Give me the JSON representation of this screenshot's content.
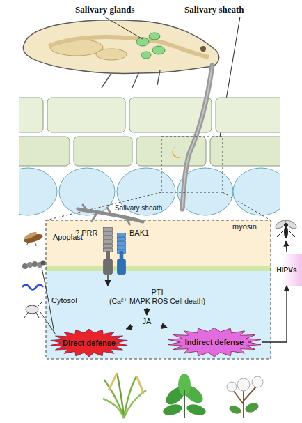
{
  "diagram": {
    "nodes": [
      {
        "text": [
          "Apoplast"
        ]
      },
      {
        "text": [
          "? PRR"
        ],
        "in": 0
      },
      {
        "text": [
          "BAK1"
        ],
        "in": 0
      },
      {
        "text": [
          "Cytosol"
        ]
      },
      {
        "text": [
          "PTI",
          "(Ca²⁺ MAPK ROS Cell death)"
        ],
        "in": 3
      },
      {
        "text": [
          "JA"
        ],
        "in": 3
      },
      {
        "text": [
          "Direct defense"
        ],
        "in": 3
      },
      {
        "text": [
          "Indirect defense"
        ],
        "in": 3
      },
      {
        "text": [
          "HIPVs"
        ]
      }
    ],
    "edges": [
      {
        "from": 1,
        "to": 4,
        "arrow": "to"
      },
      {
        "from": 4,
        "to": 5,
        "arrow": "to"
      },
      {
        "from": 5,
        "to": 6,
        "arrow": "to"
      },
      {
        "from": 5,
        "to": 7,
        "arrow": "to"
      },
      {
        "from": 7,
        "to": 8,
        "arrow": "to"
      }
    ],
    "labels": [
      "Salivary glands",
      "Salivary sheath",
      "Salivary sheath"
    ],
    "legend": [
      {
        "text": "myosin"
      }
    ]
  }
}
